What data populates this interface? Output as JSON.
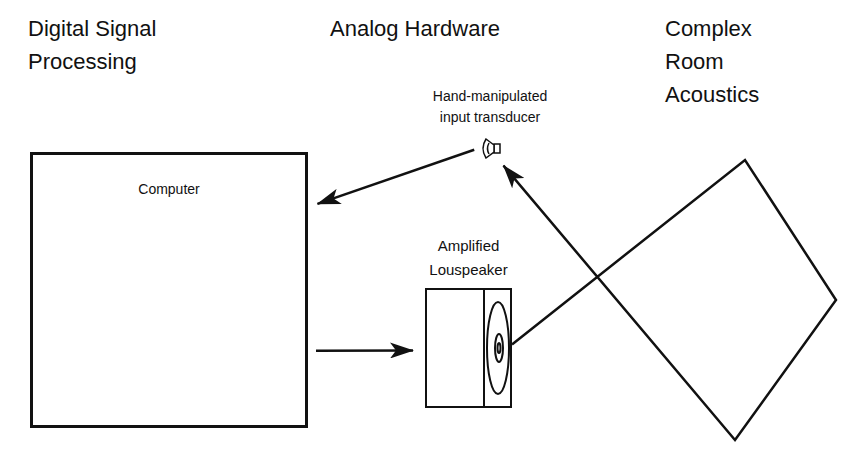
{
  "diagram": {
    "nodes": [
      {
        "text": [
          "Computer"
        ]
      },
      {
        "text": [
          "Hand-manipulated input transducer"
        ]
      },
      {
        "text": [
          "Amplified Louspeaker"
        ]
      }
    ],
    "edges": [
      {
        "from": 1,
        "to": 0,
        "arrow": "to"
      },
      {
        "from": 0,
        "to": 2,
        "arrow": "to"
      },
      {
        "from": 2,
        "to": 1,
        "arrow": "to"
      }
    ],
    "labels": [
      "Digital Signal Processing",
      "Analog Hardware",
      "Complex Room Acoustics"
    ]
  }
}
